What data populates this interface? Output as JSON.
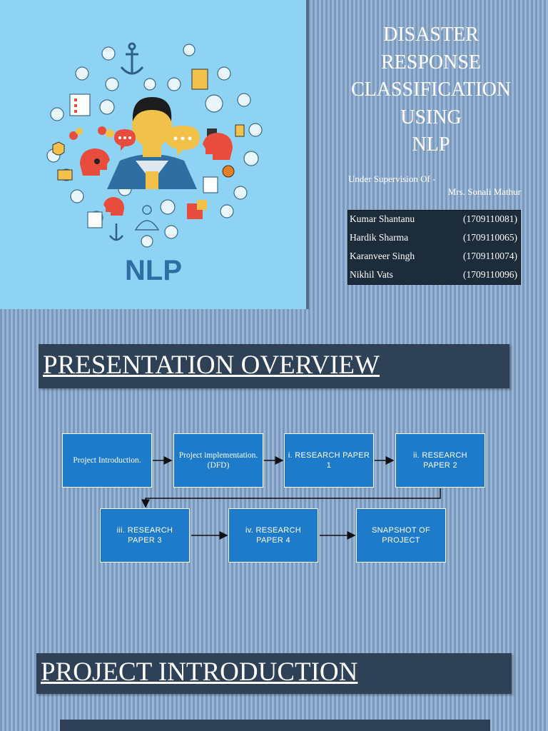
{
  "slide1": {
    "image_label": "NLP",
    "title_lines": [
      "DISASTER",
      "RESPONSE",
      "CLASSIFICATION",
      "USING",
      "NLP"
    ],
    "supervision_label": "Under Supervision Of -",
    "supervisor": "Mrs. Sonali Mathur",
    "team": [
      {
        "name": "Kumar Shantanu",
        "roll": "(1709110081)"
      },
      {
        "name": "Hardik Sharma",
        "roll": "(1709110065)"
      },
      {
        "name": "Karanveer Singh",
        "roll": "(1709110074)"
      },
      {
        "name": "Nikhil Vats",
        "roll": "(1709110096)"
      }
    ]
  },
  "overview": {
    "heading": "PRESENTATION OVERVIEW",
    "flow": [
      "Project Introduction.",
      "Project implementation. (DFD)",
      "i. RESEARCH PAPER 1",
      "ii. RESEARCH PAPER 2",
      "iii. RESEARCH PAPER 3",
      "iv. RESEARCH PAPER 4",
      "SNAPSHOT OF PROJECT"
    ]
  },
  "intro": {
    "heading": "PROJECT INTRODUCTION"
  },
  "colors": {
    "background_stripes": "#8eabcc",
    "heading_bar": "#2e4157",
    "flow_box": "#1d7bc9",
    "image_bg": "#8fd3f4"
  }
}
